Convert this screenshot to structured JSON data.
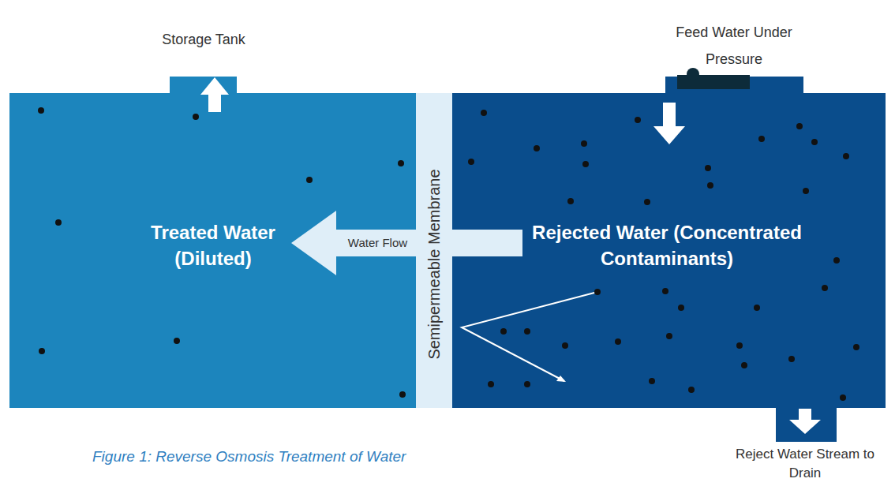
{
  "diagram": {
    "caption": "Figure 1: Reverse Osmosis Treatment of Water",
    "nodes": [
      {
        "text": [
          "Treated Water (Diluted)"
        ]
      },
      {
        "text": [
          "Semipermeable Membrane"
        ]
      },
      {
        "text": [
          "Rejected Water (Concentrated Contaminants)"
        ]
      }
    ],
    "edges": [
      {
        "from": 2,
        "to": 0,
        "arrow": "to",
        "label": "Water Flow"
      }
    ],
    "labels": [
      "Storage Tank",
      "Feed Water Under Pressure",
      "Reject Water Stream to Drain"
    ]
  }
}
